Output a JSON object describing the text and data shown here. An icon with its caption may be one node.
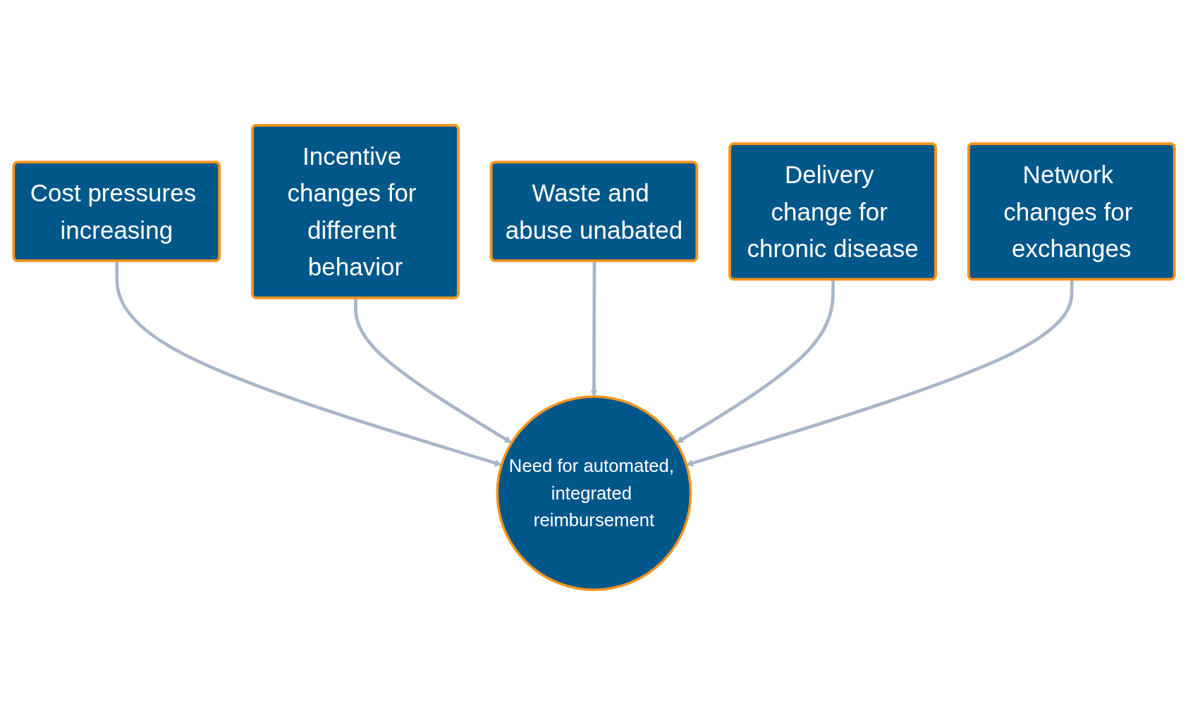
{
  "diagram": {
    "nodes": [
      {
        "text": [
          "Cost pressures increasing"
        ]
      },
      {
        "text": [
          "Incentive changes for different behavior"
        ]
      },
      {
        "text": [
          "Waste and abuse unabated"
        ]
      },
      {
        "text": [
          "Delivery change for chronic disease"
        ]
      },
      {
        "text": [
          "Need for automated, integrated reimbursement"
        ]
      },
      {
        "text": [
          "Network changes for exchanges"
        ]
      }
    ],
    "edges": [
      {
        "from": 0,
        "to": 4,
        "arrow": "to"
      },
      {
        "from": 1,
        "to": 4,
        "arrow": "to"
      },
      {
        "from": 2,
        "to": 4,
        "arrow": "to"
      },
      {
        "from": 3,
        "to": 4,
        "arrow": "to"
      },
      {
        "from": 5,
        "to": 4,
        "arrow": "to"
      }
    ]
  }
}
